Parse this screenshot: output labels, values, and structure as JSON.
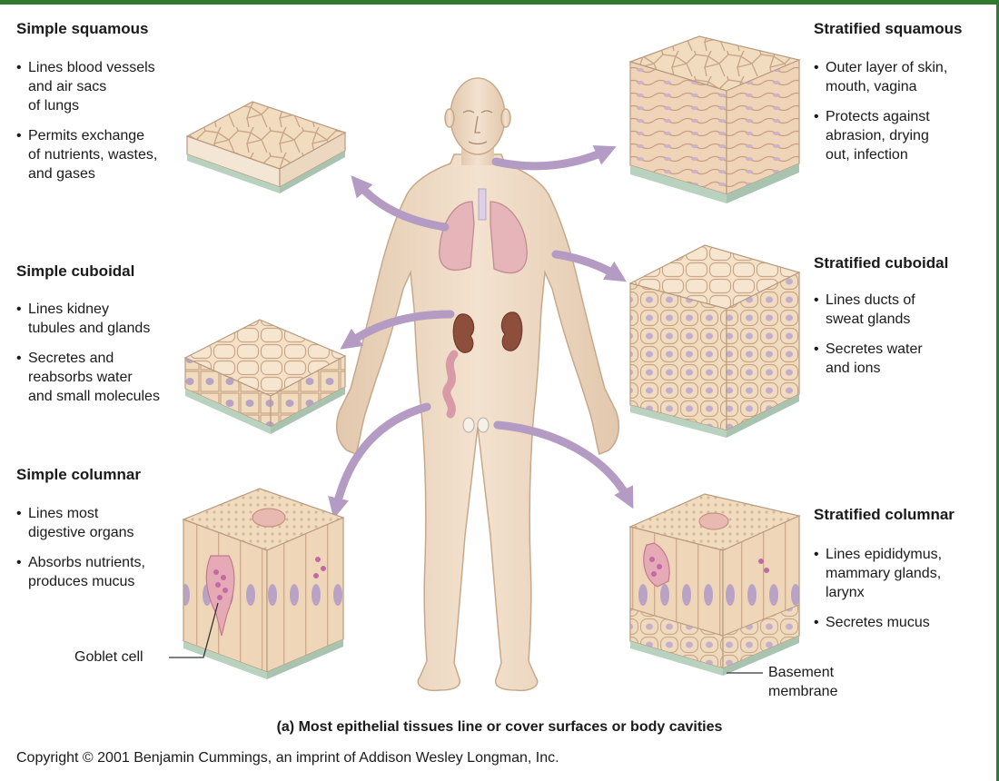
{
  "tissues": {
    "simple_squamous": {
      "title": "Simple squamous",
      "bullets": [
        [
          "Lines blood vessels",
          "and air sacs",
          "of lungs"
        ],
        [
          "Permits exchange",
          "of nutrients, wastes,",
          "and gases"
        ]
      ]
    },
    "simple_cuboidal": {
      "title": "Simple cuboidal",
      "bullets": [
        [
          "Lines kidney",
          "tubules and glands"
        ],
        [
          "Secretes and",
          "reabsorbs water",
          "and small molecules"
        ]
      ]
    },
    "simple_columnar": {
      "title": "Simple columnar",
      "bullets": [
        [
          "Lines most",
          "digestive organs"
        ],
        [
          "Absorbs nutrients,",
          "produces mucus"
        ]
      ]
    },
    "stratified_squamous": {
      "title": "Stratified squamous",
      "bullets": [
        [
          "Outer layer of skin,",
          "mouth, vagina"
        ],
        [
          "Protects against",
          "abrasion, drying",
          "out, infection"
        ]
      ]
    },
    "stratified_cuboidal": {
      "title": "Stratified cuboidal",
      "bullets": [
        [
          "Lines ducts of",
          "sweat glands"
        ],
        [
          "Secretes water",
          "and ions"
        ]
      ]
    },
    "stratified_columnar": {
      "title": "Stratified columnar",
      "bullets": [
        [
          "Lines epididymus,",
          "mammary glands,",
          "larynx"
        ],
        [
          "Secretes mucus"
        ]
      ]
    }
  },
  "labels": {
    "goblet_cell": "Goblet  cell",
    "basement_membrane": [
      "Basement",
      "membrane"
    ]
  },
  "caption": "(a) Most epithelial tissues line or cover surfaces or body cavities",
  "copyright": "Copyright © 2001 Benjamin Cummings, an imprint of Addison Wesley Longman, Inc.",
  "colors": {
    "accent_rule": "#2f7a2f",
    "arrow": "#b49bc4",
    "skin": "#eedbc6",
    "tissue": "#f2dcc0",
    "nucleus": "#b9a3c4",
    "basement": "#b9d2c0"
  }
}
